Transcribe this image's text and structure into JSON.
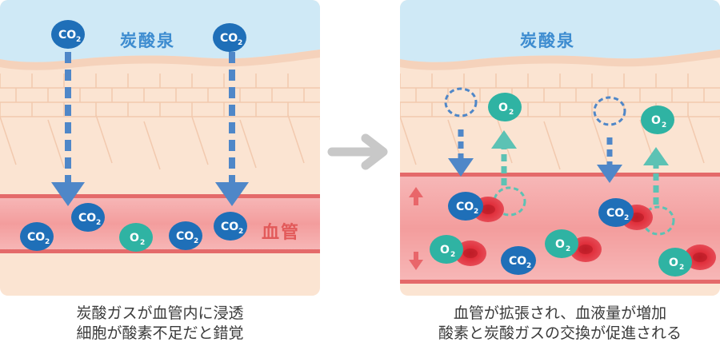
{
  "left_panel": {
    "spring_label": "炭酸泉",
    "vessel_label": "血管",
    "caption": [
      "炭酸ガスが血管内に浸透",
      "細胞が酸素不足だと錯覚"
    ]
  },
  "right_panel": {
    "spring_label": "炭酸泉",
    "caption": [
      "血管が拡張され、血液量が増加",
      "酸素と炭酸ガスの交換が促進される"
    ]
  },
  "molecules": {
    "co2": "CO",
    "o2": "O",
    "subscript": "2"
  },
  "colors": {
    "water": "#cfe9f6",
    "skin": "#fbe4d2",
    "vessel": "#f4a7a7",
    "co2": "#1f6fb8",
    "o2": "#2fb3a3",
    "red_blood_cell": "#e0303c",
    "arrow_down": "#4f87c8",
    "arrow_up": "#5cc2b4",
    "transition_arrow": "#c8c8c8"
  }
}
